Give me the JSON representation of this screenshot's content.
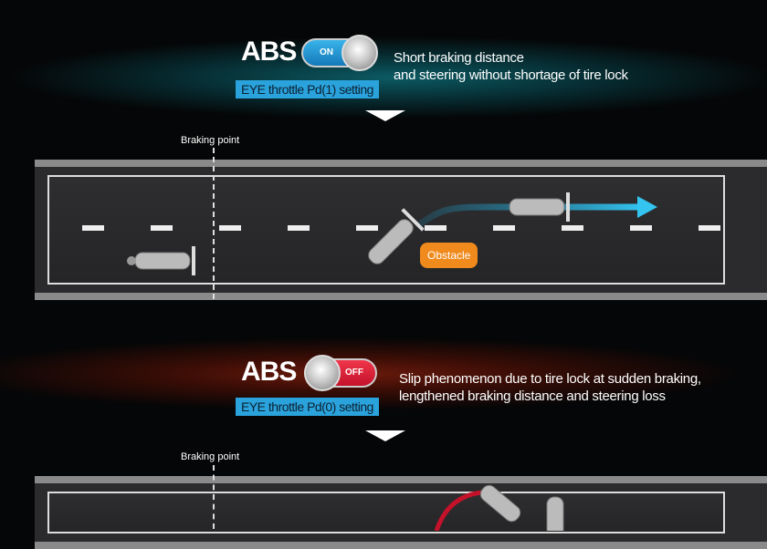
{
  "abs_on": {
    "title": "ABS",
    "toggle_label": "ON",
    "setting": "EYE throttle Pd(1) setting",
    "description_line1": "Short braking distance",
    "description_line2": "and steering without shortage of tire lock",
    "braking_point": "Braking point",
    "obstacle": "Obstacle",
    "color": "#1a9fd8"
  },
  "abs_off": {
    "title": "ABS",
    "toggle_label": "OFF",
    "setting": "EYE throttle Pd(0) setting",
    "description_line1": "Slip phenomenon due to tire lock at sudden braking,",
    "description_line2": "lengthened braking distance and steering loss",
    "braking_point": "Braking point",
    "color": "#e0253a"
  }
}
